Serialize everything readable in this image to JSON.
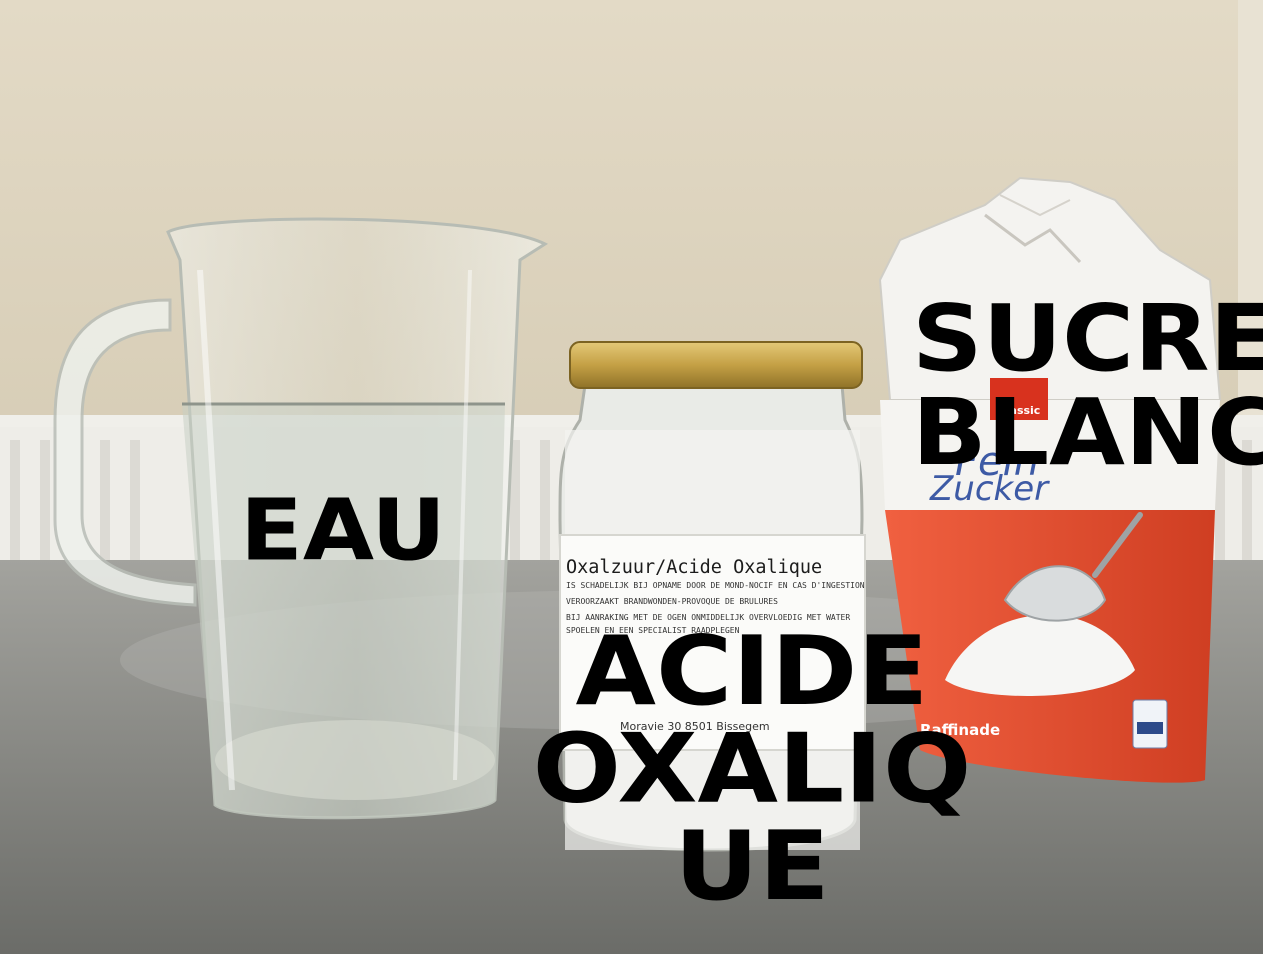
{
  "labels": {
    "water": {
      "lines": [
        "EAU"
      ]
    },
    "sugar": {
      "lines": [
        "SUCRE",
        "BLANC"
      ]
    },
    "acid": {
      "lines": [
        "ACIDE",
        "OXALIQ",
        "UE"
      ]
    }
  },
  "jar_label": {
    "title": "Oxalzuur/Acide Oxalique",
    "lines": [
      "IS SCHADELIJK BIJ OPNAME DOOR DE MOND-NOCIF EN CAS D'INGESTION",
      "VEROORZAAKT BRANDWONDEN-PROVOQUE DE BRULURES",
      "BIJ AANRAKING MET DE OGEN ONMIDDELIJK OVERVLOEDIG MET WATER",
      "SPOELEN EN EEN SPECIALIST RAADPLEGEN"
    ],
    "address": "Moravie 30 8501 Bissegem"
  },
  "sugar_bag": {
    "brand": "Classic",
    "product_line1": "Fein",
    "product_line2": "Zucker",
    "variant": "Raffinade"
  },
  "colors": {
    "wall": "#ddd4bf",
    "table": "#8d8e8a",
    "bag_red": "#e64a2c",
    "jar_lid": "#c9a74a"
  }
}
